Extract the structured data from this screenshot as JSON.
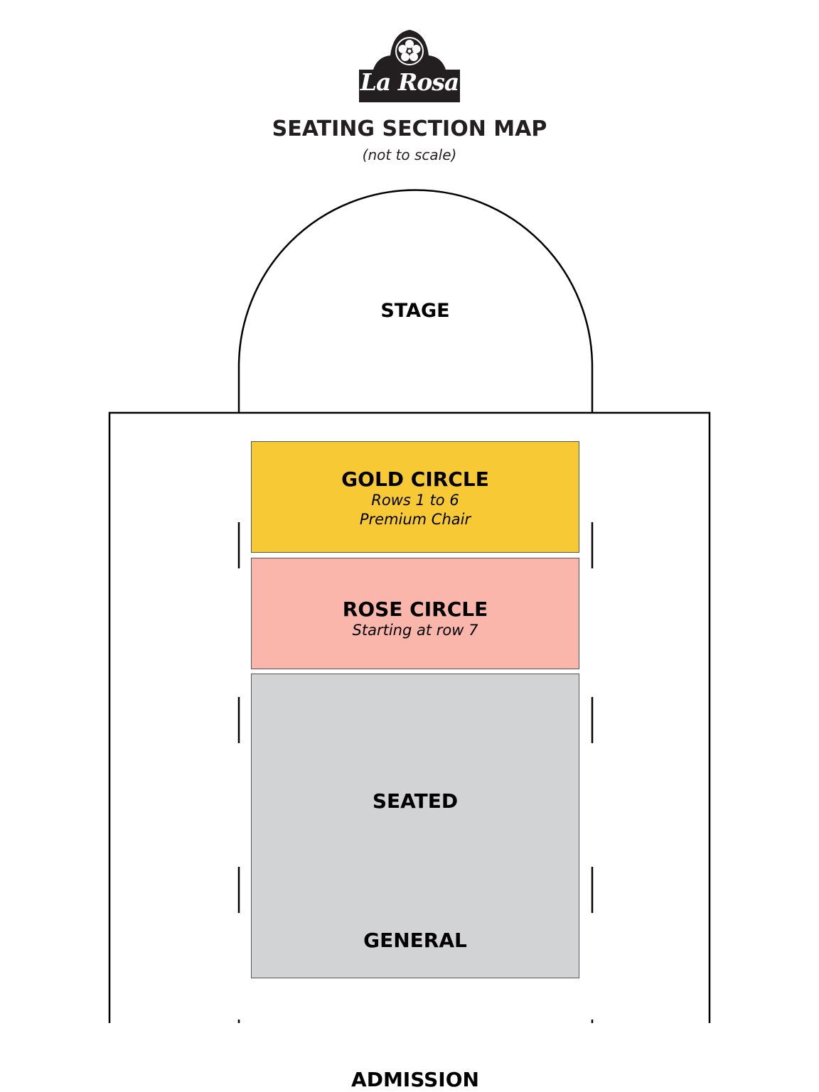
{
  "logo": {
    "text": "La Rosa",
    "icon": "rose-emblem-icon",
    "background": "#231f20"
  },
  "header": {
    "title": "SEATING SECTION MAP",
    "subtitle": "(not to scale)"
  },
  "stage": {
    "label": "STAGE"
  },
  "sections": {
    "gold": {
      "title": "GOLD CIRCLE",
      "line1": "Rows 1 to 6",
      "line2": "Premium Chair",
      "color": "#f7c935"
    },
    "rose": {
      "title": "ROSE CIRCLE",
      "line1": "Starting at row 7",
      "color": "#fab6aa"
    },
    "general": {
      "title_line1": "SEATED",
      "title_line2": "GENERAL",
      "title_line3": "ADMISSION",
      "color": "#d2d3d5"
    }
  }
}
